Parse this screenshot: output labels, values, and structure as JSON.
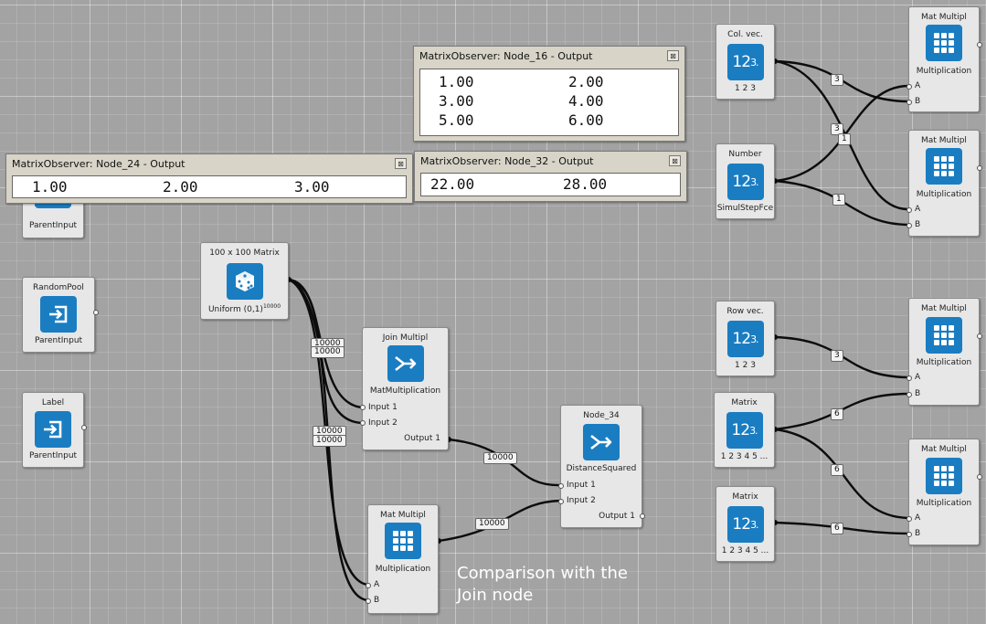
{
  "observers": {
    "node16": {
      "title": "MatrixObserver: Node_16 - Output",
      "rows": [
        [
          "1.00",
          "2.00"
        ],
        [
          "3.00",
          "4.00"
        ],
        [
          "5.00",
          "6.00"
        ]
      ]
    },
    "node24": {
      "title": "MatrixObserver: Node_24 - Output",
      "rows": [
        [
          "1.00",
          "2.00",
          "3.00"
        ]
      ]
    },
    "node32": {
      "title": "MatrixObserver: Node_32 - Output",
      "rows": [
        [
          "22.00",
          "28.00"
        ]
      ]
    },
    "close_glyph": "⊠"
  },
  "nodes": {
    "parent_input_top": {
      "sub": "ParentInput"
    },
    "random_pool": {
      "title": "RandomPool",
      "sub": "ParentInput"
    },
    "label": {
      "title": "Label",
      "sub": "ParentInput"
    },
    "matrix_100": {
      "title": "100 x 100 Matrix",
      "sub": "Uniform (0,1)",
      "sup": "10000"
    },
    "join_multipl": {
      "title": "Join Multipl",
      "sub": "MatMultiplication",
      "in1": "Input 1",
      "in2": "Input 2",
      "out1": "Output 1"
    },
    "mat_multipl_bottom": {
      "title": "Mat Multipl",
      "sub": "Multiplication",
      "a": "A",
      "b": "B"
    },
    "node_34": {
      "title": "Node_34",
      "sub": "DistanceSquared",
      "in1": "Input 1",
      "in2": "Input 2",
      "out1": "Output 1"
    },
    "col_vec": {
      "title": "Col. vec.",
      "sub": "1 2 3"
    },
    "number": {
      "title": "Number",
      "sub": "SimulStepFce"
    },
    "row_vec": {
      "title": "Row vec.",
      "sub": "1 2 3"
    },
    "matrix_a": {
      "title": "Matrix",
      "sub": "1 2 3 4 5 ..."
    },
    "matrix_b": {
      "title": "Matrix",
      "sub": "1 2 3 4 5 ..."
    },
    "mm_r1": {
      "title": "Mat Multipl",
      "sub": "Multiplication",
      "a": "A",
      "b": "B"
    },
    "mm_r2": {
      "title": "Mat Multipl",
      "sub": "Multiplication",
      "a": "A",
      "b": "B"
    },
    "mm_r3": {
      "title": "Mat Multipl",
      "sub": "Multiplication",
      "a": "A",
      "b": "B"
    },
    "mm_r4": {
      "title": "Mat Multipl",
      "sub": "Multiplication",
      "a": "A",
      "b": "B"
    }
  },
  "number_icon": {
    "main": "12",
    "small": "3."
  },
  "wire_labels": {
    "w_10000_a": "10000",
    "w_10000_a2": "10000",
    "w_10000_b": "10000",
    "w_10000_b2": "10000",
    "w_10000_c": "10000",
    "w_10000_d": "10000",
    "w_3_a": "3",
    "w_3_b": "3",
    "w_1": "1",
    "w_1_b": "1",
    "w_3_c": "3",
    "w_6_a": "6",
    "w_6_b": "6",
    "w_6_c": "6"
  },
  "annotation": {
    "line1": "Comparison with the",
    "line2": "Join node"
  },
  "colors": {
    "node_icon_blue": "#1a7dc2",
    "canvas_gray": "#a3a3a3"
  }
}
